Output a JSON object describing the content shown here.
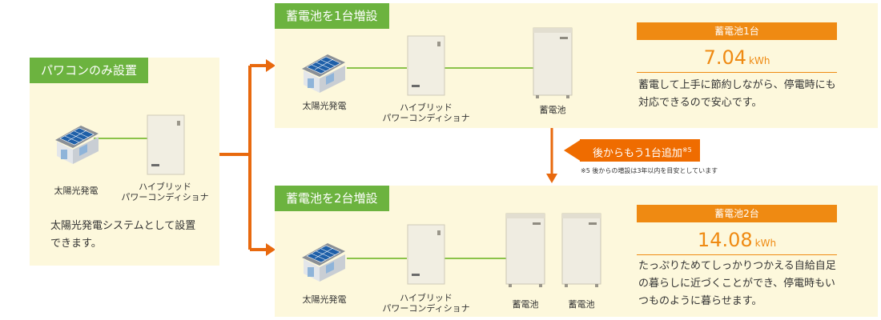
{
  "left_panel": {
    "title": "パワコンのみ設置",
    "solar_label": "太陽光発電",
    "inverter_label_1": "ハイブリッド",
    "inverter_label_2": "パワーコンディショナ",
    "description_1": "太陽光発電システムとして設置",
    "description_2": "できます。"
  },
  "top_panel": {
    "title": "蓄電池を1台増設",
    "solar_label": "太陽光発電",
    "inverter_label_1": "ハイブリッド",
    "inverter_label_2": "パワーコンディショナ",
    "battery_label": "蓄電池",
    "capacity_title": "蓄電池1台",
    "capacity_value": "7.04",
    "capacity_unit": "kWh",
    "description_1": "蓄電して上手に節約しながら、停電時にも",
    "description_2": "対応できるので安心です。"
  },
  "callout": {
    "text": "後からもう1台追加",
    "mark": "※5",
    "note": "※5 後からの増設は3年以内を目安としています"
  },
  "bottom_panel": {
    "title": "蓄電池を2台増設",
    "solar_label": "太陽光発電",
    "inverter_label_1": "ハイブリッド",
    "inverter_label_2": "パワーコンディショナ",
    "battery_label_1": "蓄電池",
    "battery_label_2": "蓄電池",
    "capacity_title": "蓄電池2台",
    "capacity_value": "14.08",
    "capacity_unit": "kWh",
    "description_1": "たっぷりためてしっかりつかえる自給自足",
    "description_2": "の暮らしに近づくことができ、停電時もい",
    "description_3": "つものように暮らせます。"
  },
  "colors": {
    "panel_bg": "#fdf8dc",
    "title_green": "#6cb33f",
    "accent_orange": "#ef8a12",
    "arrow_orange": "#e8690e",
    "wire_green": "#8bc34a"
  },
  "icons": [
    "house-solar-icon",
    "inverter-icon",
    "battery-icon",
    "arrow-icon"
  ]
}
